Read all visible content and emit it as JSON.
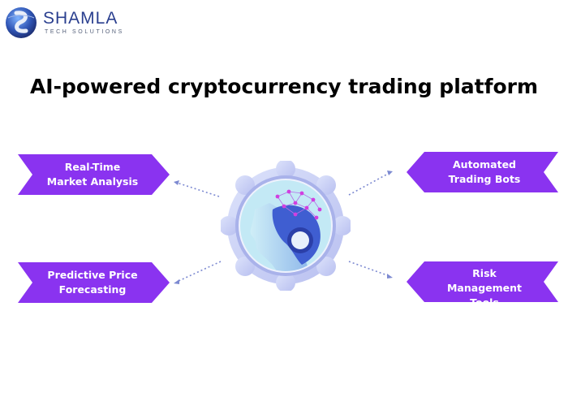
{
  "brand": {
    "name": "SHAMLA",
    "tagline": "TECH SOLUTIONS",
    "logo_icon": "globe-s-logo-icon"
  },
  "title": "AI-powered cryptocurrency trading platform",
  "hub": {
    "icon": "ai-brain-head-icon"
  },
  "features": {
    "top_left": "Real-Time Market Analysis",
    "bottom_left": "Predictive Price Forecasting",
    "top_right": "Automated Trading Bots",
    "bottom_right": "Risk Management Tools"
  },
  "colors": {
    "tag_purple": "#8a33f0",
    "hub_ring": "#c9cff5",
    "hub_inner": "#b9e6f4",
    "connector": "#7d8ad1",
    "brand_blue": "#2a3f8f"
  }
}
